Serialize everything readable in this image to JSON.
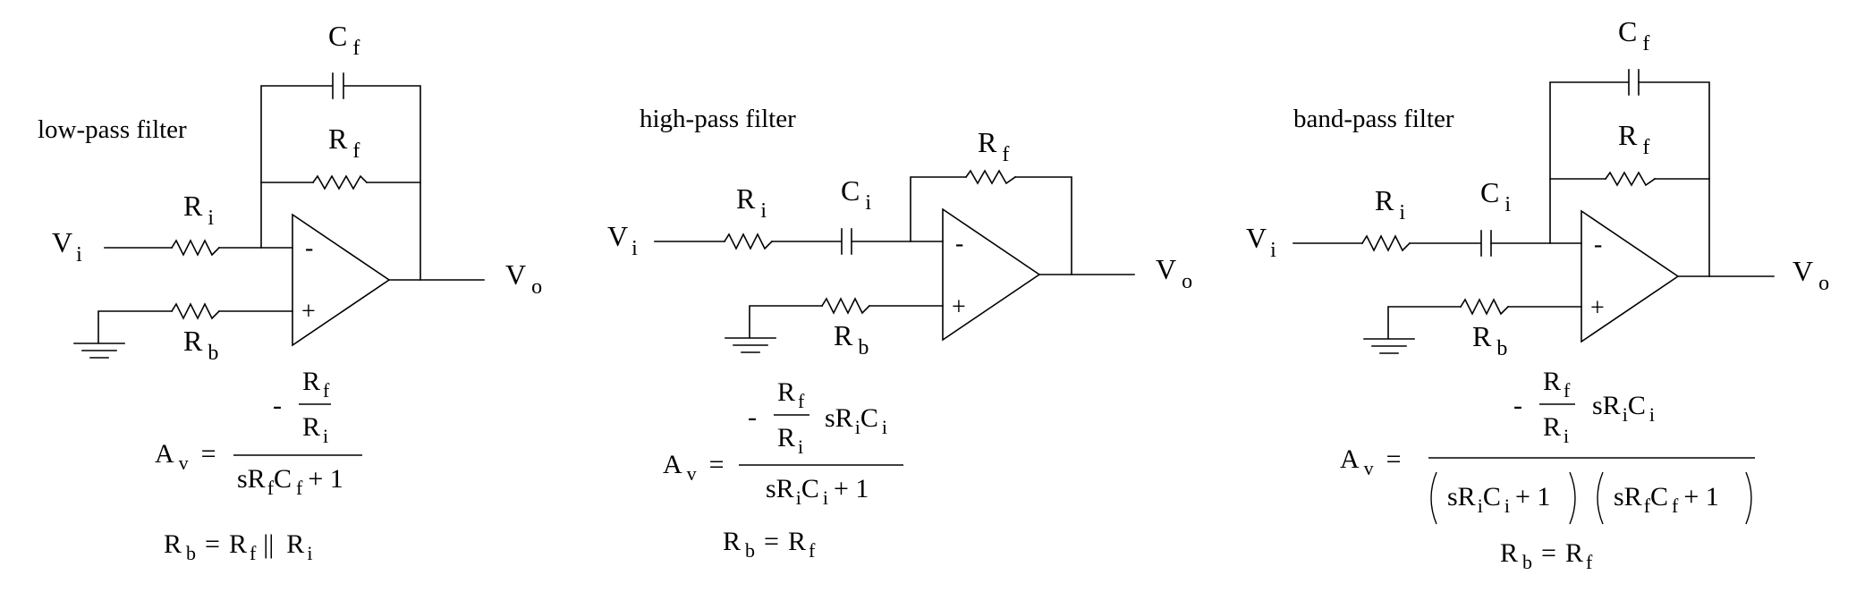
{
  "colors": {
    "ink": "#000000",
    "background": "#ffffff"
  },
  "filters": [
    {
      "title": "low-pass filter",
      "labels": {
        "input": {
          "main": "V",
          "sub": "i"
        },
        "output": {
          "main": "V",
          "sub": "o"
        },
        "Ri": {
          "main": "R",
          "sub": "i"
        },
        "Rf": {
          "main": "R",
          "sub": "f"
        },
        "Cf": {
          "main": "C",
          "sub": "f"
        },
        "Rb": {
          "main": "R",
          "sub": "b"
        }
      },
      "opamp": {
        "inverting": "-",
        "noninverting": "+"
      },
      "gain": {
        "lhs": {
          "main": "A",
          "sub": "v"
        },
        "equals": "=",
        "numerator": {
          "minus": "-",
          "top": {
            "main": "R",
            "sub": "f"
          },
          "bottom": {
            "main": "R",
            "sub": "i"
          }
        },
        "denominator": {
          "s": "sR",
          "sub1": "f",
          "c": "C",
          "sub2": "f",
          "tail": "+ 1"
        }
      },
      "rb": {
        "lhs": {
          "main": "R",
          "sub": "b"
        },
        "equals": "=",
        "a": {
          "main": "R",
          "sub": "f"
        },
        "parallel": "||",
        "b": {
          "main": "R",
          "sub": "i"
        }
      }
    },
    {
      "title": "high-pass filter",
      "labels": {
        "input": {
          "main": "V",
          "sub": "i"
        },
        "output": {
          "main": "V",
          "sub": "o"
        },
        "Ri": {
          "main": "R",
          "sub": "i"
        },
        "Ci": {
          "main": "C",
          "sub": "i"
        },
        "Rf": {
          "main": "R",
          "sub": "f"
        },
        "Rb": {
          "main": "R",
          "sub": "b"
        }
      },
      "opamp": {
        "inverting": "-",
        "noninverting": "+"
      },
      "gain": {
        "lhs": {
          "main": "A",
          "sub": "v"
        },
        "equals": "=",
        "numerator": {
          "minus": "-",
          "top": {
            "main": "R",
            "sub": "f"
          },
          "bottom": {
            "main": "R",
            "sub": "i"
          },
          "factor": {
            "s": "sR",
            "sub1": "i",
            "c": "C",
            "sub2": "i"
          }
        },
        "denominator": {
          "s": "sR",
          "sub1": "i",
          "c": "C",
          "sub2": "i",
          "tail": "+ 1"
        }
      },
      "rb": {
        "lhs": {
          "main": "R",
          "sub": "b"
        },
        "equals": "=",
        "a": {
          "main": "R",
          "sub": "f"
        }
      }
    },
    {
      "title": "band-pass filter",
      "labels": {
        "input": {
          "main": "V",
          "sub": "i"
        },
        "output": {
          "main": "V",
          "sub": "o"
        },
        "Ri": {
          "main": "R",
          "sub": "i"
        },
        "Ci": {
          "main": "C",
          "sub": "i"
        },
        "Rf": {
          "main": "R",
          "sub": "f"
        },
        "Cf": {
          "main": "C",
          "sub": "f"
        },
        "Rb": {
          "main": "R",
          "sub": "b"
        }
      },
      "opamp": {
        "inverting": "-",
        "noninverting": "+"
      },
      "gain": {
        "lhs": {
          "main": "A",
          "sub": "v"
        },
        "equals": "=",
        "numerator": {
          "minus": "-",
          "top": {
            "main": "R",
            "sub": "f"
          },
          "bottom": {
            "main": "R",
            "sub": "i"
          },
          "factor": {
            "s": "sR",
            "sub1": "i",
            "c": "C",
            "sub2": "i"
          }
        },
        "denominator_left": {
          "s": "sR",
          "sub1": "i",
          "c": "C",
          "sub2": "i",
          "tail": "+ 1"
        },
        "denominator_right": {
          "s": "sR",
          "sub1": "f",
          "c": "C",
          "sub2": "f",
          "tail": "+ 1"
        }
      },
      "rb": {
        "lhs": {
          "main": "R",
          "sub": "b"
        },
        "equals": "=",
        "a": {
          "main": "R",
          "sub": "f"
        }
      }
    }
  ]
}
